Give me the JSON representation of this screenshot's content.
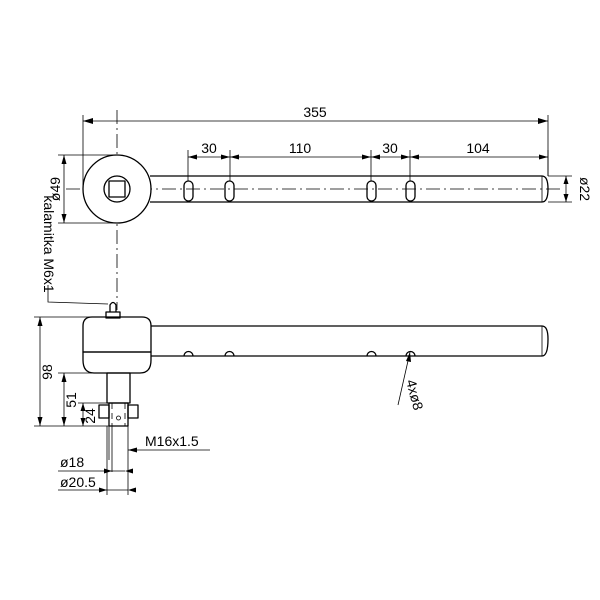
{
  "dimensions": {
    "overall_length": "355",
    "slot_spacing_1": "30",
    "slot_spacing_mid": "110",
    "slot_spacing_2": "30",
    "end_length": "104",
    "head_diameter": "ø49",
    "shaft_diameter": "ø22",
    "total_height": "98",
    "stem_height": "51",
    "thread_height": "24",
    "thread_spec": "M16x1.5",
    "inner_diameter": "ø18",
    "outer_diameter": "ø20.5",
    "holes": "4xø8"
  },
  "notes": {
    "grease_nipple": "kalamitka M6x1"
  }
}
